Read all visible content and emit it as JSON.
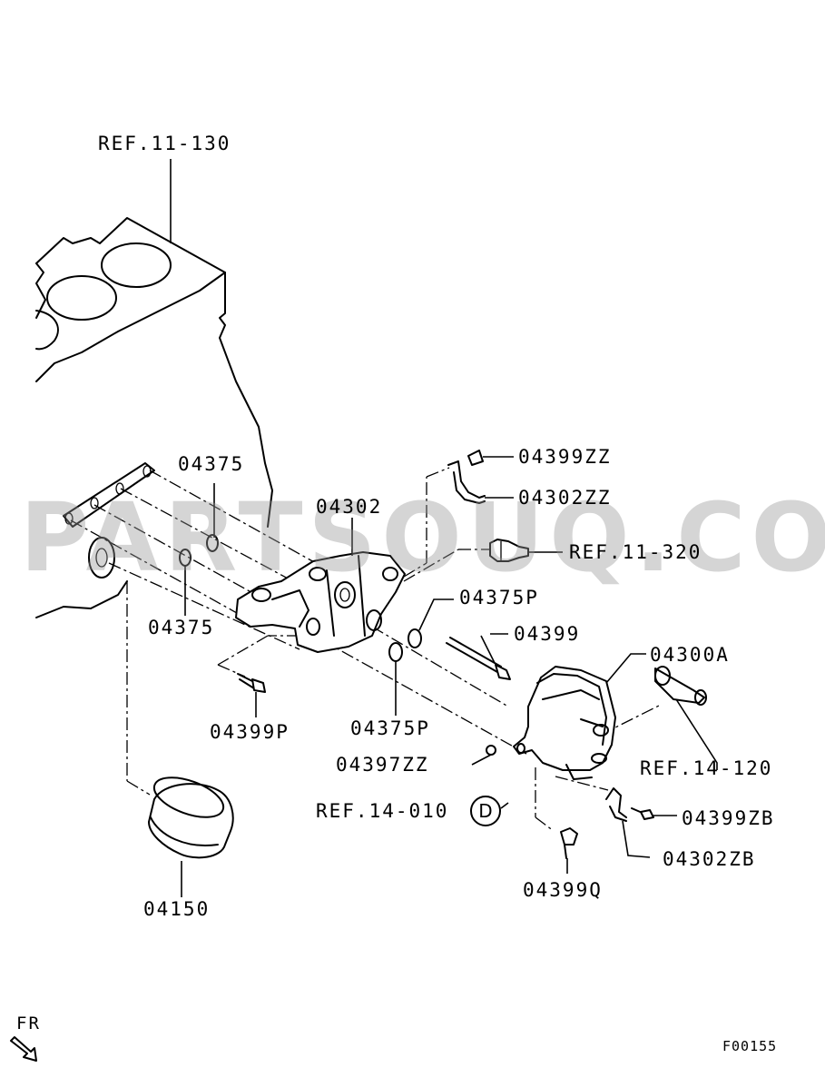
{
  "diagram": {
    "watermark": "PARTSOUQ.COM",
    "figure_code": "F00155",
    "direction_label": "FR",
    "circle_marker": "D",
    "labels": {
      "ref_11_130": "REF.11-130",
      "p04375_a": "04375",
      "p04375_b": "04375",
      "p04302": "04302",
      "p04399zz": "04399ZZ",
      "p04302zz": "04302ZZ",
      "ref_11_320": "REF.11-320",
      "p04375p_a": "04375P",
      "p04399": "04399",
      "p04300a": "04300A",
      "p04399p": "04399P",
      "p04375p_b": "04375P",
      "p04397zz": "04397ZZ",
      "ref_14_120": "REF.14-120",
      "ref_14_010": "REF.14-010",
      "p04399zb": "04399ZB",
      "p04302zb": "04302ZB",
      "p04399q": "04399Q",
      "p04150": "04150"
    }
  }
}
